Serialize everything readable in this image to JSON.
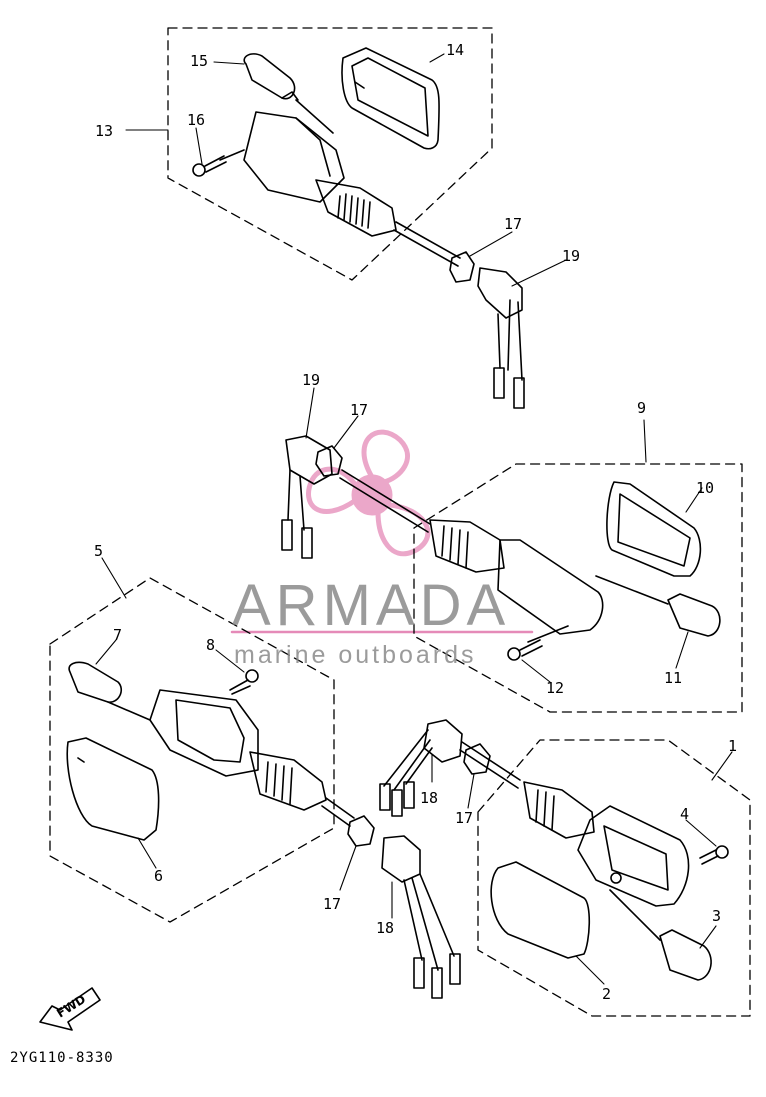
{
  "diagram_code": "2YG110-8330",
  "watermark": {
    "brand": "ARMADA",
    "tagline": "marine outboards",
    "colors": {
      "brand_text": "#8a8a8a",
      "logo": "#e58ab8",
      "underline": "#e58ab8"
    }
  },
  "fwd_label": "FWD",
  "callouts": {
    "c1": "1",
    "c2": "2",
    "c3": "3",
    "c4": "4",
    "c5": "5",
    "c6": "6",
    "c7": "7",
    "c8": "8",
    "c9": "9",
    "c10": "10",
    "c11": "11",
    "c12": "12",
    "c13": "13",
    "c14": "14",
    "c15": "15",
    "c16": "16",
    "c17a": "17",
    "c17b": "17",
    "c17c": "17",
    "c17d": "17",
    "c18a": "18",
    "c18b": "18",
    "c19a": "19",
    "c19b": "19"
  }
}
